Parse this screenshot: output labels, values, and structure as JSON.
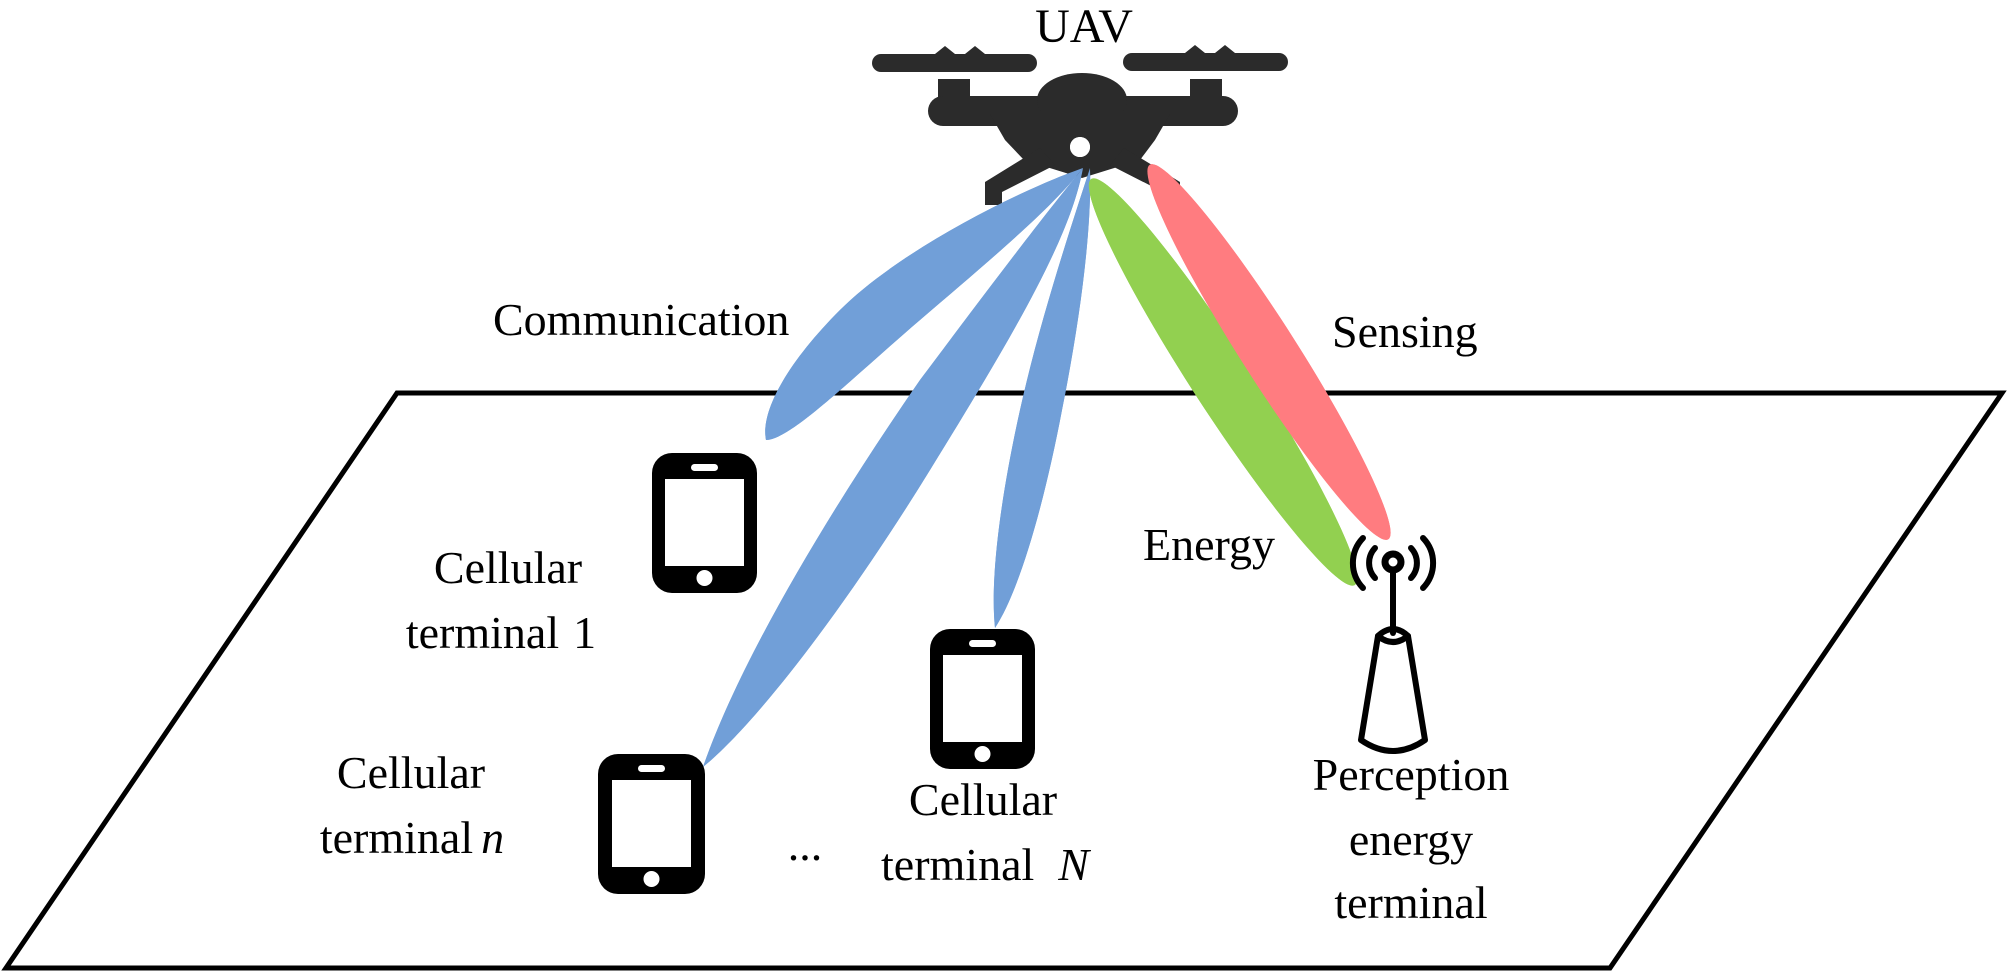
{
  "title": "UAV",
  "colors": {
    "communication_beam": "#719FD8",
    "energy_beam": "#92D050",
    "sensing_beam": "#FF7C80",
    "drone": "#2B2B2B",
    "ground_outline": "#000000",
    "terminal_icon": "#000000"
  },
  "beam_labels": {
    "communication": "Communication",
    "sensing": "Sensing",
    "energy": "Energy"
  },
  "terminals": [
    {
      "id": "terminal-1",
      "line1": "Cellular",
      "line2": "terminal",
      "index": "1",
      "index_italic": false
    },
    {
      "id": "terminal-n",
      "line1": "Cellular",
      "line2": "terminal",
      "index": "n",
      "index_italic": true
    },
    {
      "id": "terminal-N",
      "line1": "Cellular",
      "line2": "terminal",
      "index": "N",
      "index_italic": true
    }
  ],
  "ellipsis": "...",
  "perception_terminal": {
    "line1": "Perception",
    "line2": "energy",
    "line3": "terminal"
  },
  "icons": {
    "drone": "uav-drone-icon",
    "phone": "smartphone-icon",
    "antenna": "broadcast-antenna-icon"
  }
}
